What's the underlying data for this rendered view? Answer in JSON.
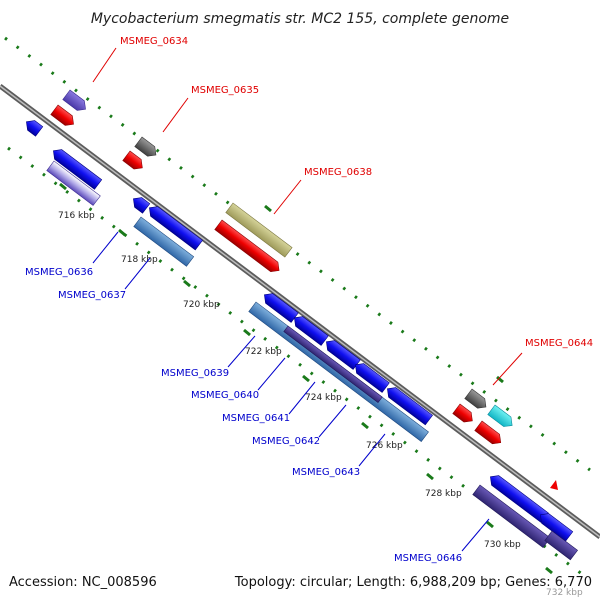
{
  "title": "Mycobacterium smegmatis str. MC2 155, complete genome",
  "footer": {
    "accession": "Accession: NC_008596",
    "summary": "Topology: circular; Length: 6,988,209 bp; Genes: 6,770"
  },
  "colors": {
    "forward_label": "#e00000",
    "reverse_label": "#0000cc",
    "backbone": "#7a7a7a",
    "tick": "#1a7a1a"
  },
  "ticks": [
    "716 kbp",
    "718 kbp",
    "720 kbp",
    "722 kbp",
    "724 kbp",
    "726 kbp",
    "728 kbp",
    "730 kbp",
    "732 kbp"
  ],
  "labels": {
    "forward": [
      "MSMEG_0634",
      "MSMEG_0635",
      "MSMEG_0638",
      "MSMEG_0644"
    ],
    "reverse": [
      "MSMEG_0636",
      "MSMEG_0637",
      "MSMEG_0639",
      "MSMEG_0640",
      "MSMEG_0641",
      "MSMEG_0642",
      "MSMEG_0643",
      "MSMEG_0646"
    ]
  }
}
